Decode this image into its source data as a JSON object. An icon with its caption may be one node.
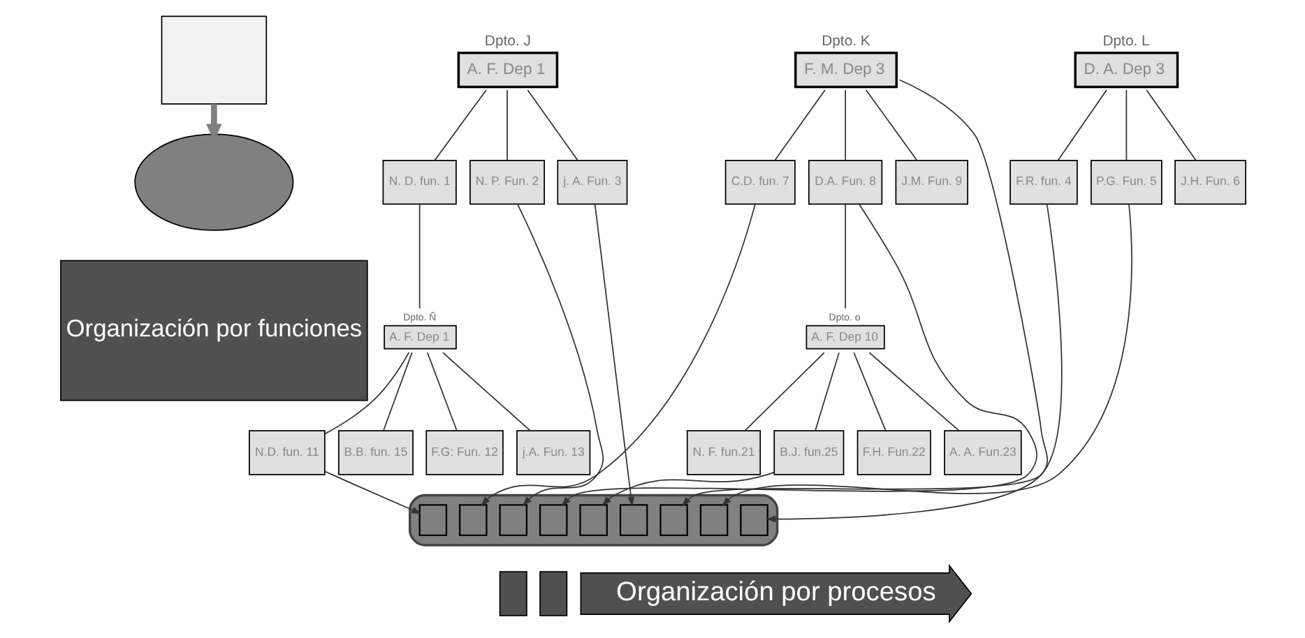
{
  "diagram": {
    "nodes": [
      {
        "text": [],
        "shape": "box"
      },
      {
        "text": [],
        "shape": "ellipse"
      },
      {
        "text": [
          "Organización por funciones"
        ]
      },
      {
        "text": [
          "A. F. Dep 1"
        ],
        "beside": [
          "Dpto. J"
        ]
      },
      {
        "text": [
          "N. D. fun. 1"
        ]
      },
      {
        "text": [
          "N. P. Fun. 2"
        ]
      },
      {
        "text": [
          "j. A. Fun. 3"
        ]
      },
      {
        "text": [
          "F. M. Dep 3"
        ],
        "beside": [
          "Dpto. K"
        ]
      },
      {
        "text": [
          "C.D. fun. 7"
        ]
      },
      {
        "text": [
          "D.A. Fun. 8"
        ]
      },
      {
        "text": [
          "J.M. Fun. 9"
        ]
      },
      {
        "text": [
          "D. A. Dep 3"
        ],
        "beside": [
          "Dpto. L"
        ]
      },
      {
        "text": [
          "F.R. fun. 4"
        ]
      },
      {
        "text": [
          "P.G. Fun. 5"
        ]
      },
      {
        "text": [
          "J.H. Fun. 6"
        ]
      },
      {
        "text": [
          "A. F. Dep 1"
        ],
        "beside": [
          "Dpto. Ñ"
        ]
      },
      {
        "text": [
          "N.D. fun. 11"
        ]
      },
      {
        "text": [
          "B.B. fun. 15"
        ]
      },
      {
        "text": [
          "F.G: Fun. 12"
        ]
      },
      {
        "text": [
          "j.A. Fun. 13"
        ]
      },
      {
        "text": [
          "A. F. Dep 10"
        ],
        "beside": [
          "Dpto. o"
        ]
      },
      {
        "text": [
          "N. F. fun.21"
        ]
      },
      {
        "text": [
          "B.J. fun.25"
        ]
      },
      {
        "text": [
          "F.H. Fun.22"
        ]
      },
      {
        "text": [
          "A. A. Fun.23"
        ]
      },
      {
        "text": [],
        "shape": "arrow"
      },
      {
        "text": [],
        "shape": "box",
        "in": 25
      },
      {
        "text": [],
        "shape": "box",
        "in": 25
      },
      {
        "text": [],
        "shape": "box",
        "in": 25
      },
      {
        "text": [],
        "shape": "box",
        "in": 25
      },
      {
        "text": [],
        "shape": "box",
        "in": 25
      },
      {
        "text": [],
        "shape": "box",
        "in": 25
      },
      {
        "text": [],
        "shape": "box",
        "in": 25
      },
      {
        "text": [],
        "shape": "box",
        "in": 25
      },
      {
        "text": [],
        "shape": "box",
        "in": 25
      },
      {
        "text": [],
        "shape": "bar"
      },
      {
        "text": [],
        "shape": "bar"
      },
      {
        "text": [
          "Organización por procesos"
        ]
      }
    ],
    "edges": [
      {
        "from": 0,
        "to": 1,
        "arrow": "to",
        "style": "thick"
      },
      {
        "from": 3,
        "to": 4,
        "arrow": "none"
      },
      {
        "from": 3,
        "to": 5,
        "arrow": "none"
      },
      {
        "from": 3,
        "to": 6,
        "arrow": "none"
      },
      {
        "from": 7,
        "to": 8,
        "arrow": "none"
      },
      {
        "from": 7,
        "to": 9,
        "arrow": "none"
      },
      {
        "from": 7,
        "to": 10,
        "arrow": "none"
      },
      {
        "from": 11,
        "to": 12,
        "arrow": "none"
      },
      {
        "from": 11,
        "to": 13,
        "arrow": "none"
      },
      {
        "from": 11,
        "to": 14,
        "arrow": "none"
      },
      {
        "from": 4,
        "to": 15,
        "arrow": "none"
      },
      {
        "from": 15,
        "to": 16,
        "arrow": "none"
      },
      {
        "from": 15,
        "to": 17,
        "arrow": "none"
      },
      {
        "from": 15,
        "to": 18,
        "arrow": "none"
      },
      {
        "from": 15,
        "to": 19,
        "arrow": "none"
      },
      {
        "from": 9,
        "to": 20,
        "arrow": "none"
      },
      {
        "from": 20,
        "to": 21,
        "arrow": "none"
      },
      {
        "from": 20,
        "to": 22,
        "arrow": "none"
      },
      {
        "from": 20,
        "to": 23,
        "arrow": "none"
      },
      {
        "from": 20,
        "to": 24,
        "arrow": "none"
      },
      {
        "from": 16,
        "to": 26,
        "arrow": "to"
      },
      {
        "from": 8,
        "to": 27,
        "arrow": "to"
      },
      {
        "from": 5,
        "to": 28,
        "arrow": "to"
      },
      {
        "from": 9,
        "to": 29,
        "arrow": "to"
      },
      {
        "from": 22,
        "to": 30,
        "arrow": "to"
      },
      {
        "from": 6,
        "to": 31,
        "arrow": "to"
      },
      {
        "from": 12,
        "to": 32,
        "arrow": "to"
      },
      {
        "from": 13,
        "to": 33,
        "arrow": "to"
      },
      {
        "from": 7,
        "to": 34,
        "arrow": "to"
      }
    ]
  }
}
